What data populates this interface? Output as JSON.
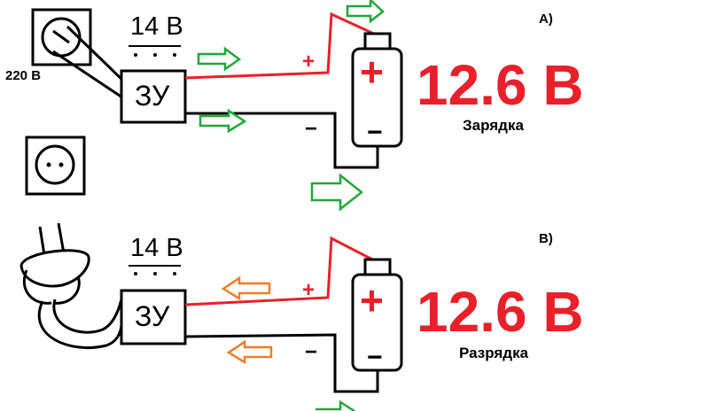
{
  "diagrams": [
    {
      "id": "A",
      "panel_label": "А)",
      "outlet_label": "220 В",
      "charger_label": "ЗУ",
      "charger_voltage": "14 В",
      "plus_sign": "+",
      "minus_sign": "−",
      "battery_plus": "+",
      "battery_minus": "−",
      "battery_voltage": "12.6 В",
      "mode_caption": "Зарядка",
      "current_flow": "toward-battery",
      "arrow_color": "#22a63a"
    },
    {
      "id": "B",
      "panel_label": "В)",
      "charger_label": "ЗУ",
      "charger_voltage": "14 В",
      "plus_sign": "+",
      "minus_sign": "−",
      "battery_plus": "+",
      "battery_minus": "−",
      "battery_voltage": "12.6 В",
      "mode_caption": "Разрядка",
      "current_flow": "toward-charger",
      "arrow_color": "#f07d2a",
      "battery_arrow_color": "#22a63a"
    }
  ],
  "colors": {
    "wire_positive": "#e8202a",
    "wire_negative": "#000000",
    "charge_arrow": "#22a63a",
    "discharge_arrow": "#f07d2a",
    "voltage_text": "#e8202a"
  }
}
